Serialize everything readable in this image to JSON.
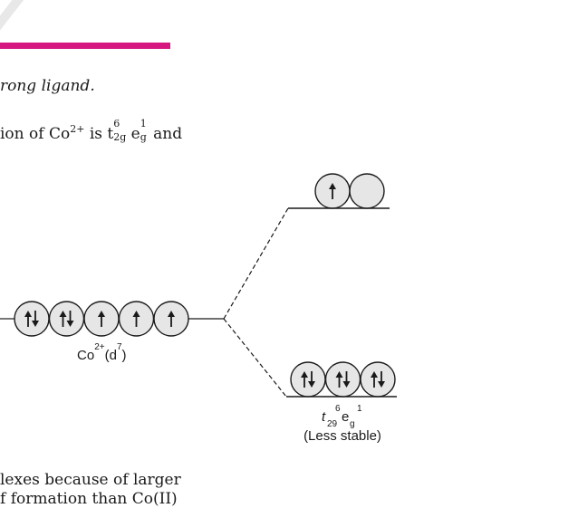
{
  "colors": {
    "accent": "#d6177f",
    "line": "#1a1a1a",
    "orbital_fill": "#e6e6e6"
  },
  "text": {
    "line1": "rong ligand.",
    "line2_prefix": "ion of Co",
    "line2_charge": "2+",
    "line2_is": " is t",
    "line2_t2g_sup": "6",
    "line2_t2g_sub": "2g",
    "line2_e": " e",
    "line2_eg_sup": "1",
    "line2_eg_sub": "g",
    "line2_suffix": " and",
    "line3": "lexes because of larger",
    "line4": "f formation than Co(II)"
  },
  "diagram": {
    "co_label": {
      "base": "Co",
      "charge": "2+",
      "paren_open": "(d",
      "power": "7",
      "paren_close": ")"
    },
    "left_orbitals": [
      "updown",
      "updown",
      "up",
      "up",
      "up"
    ],
    "eg_orbitals": [
      "up",
      "empty"
    ],
    "t2g_orbitals": [
      "updown",
      "updown",
      "updown"
    ],
    "config_label": {
      "t": "t",
      "t_sub": "29",
      "t_sup": "6",
      "e": "e",
      "e_sub": "g",
      "e_sup": "1"
    },
    "stability": "(Less stable)"
  }
}
